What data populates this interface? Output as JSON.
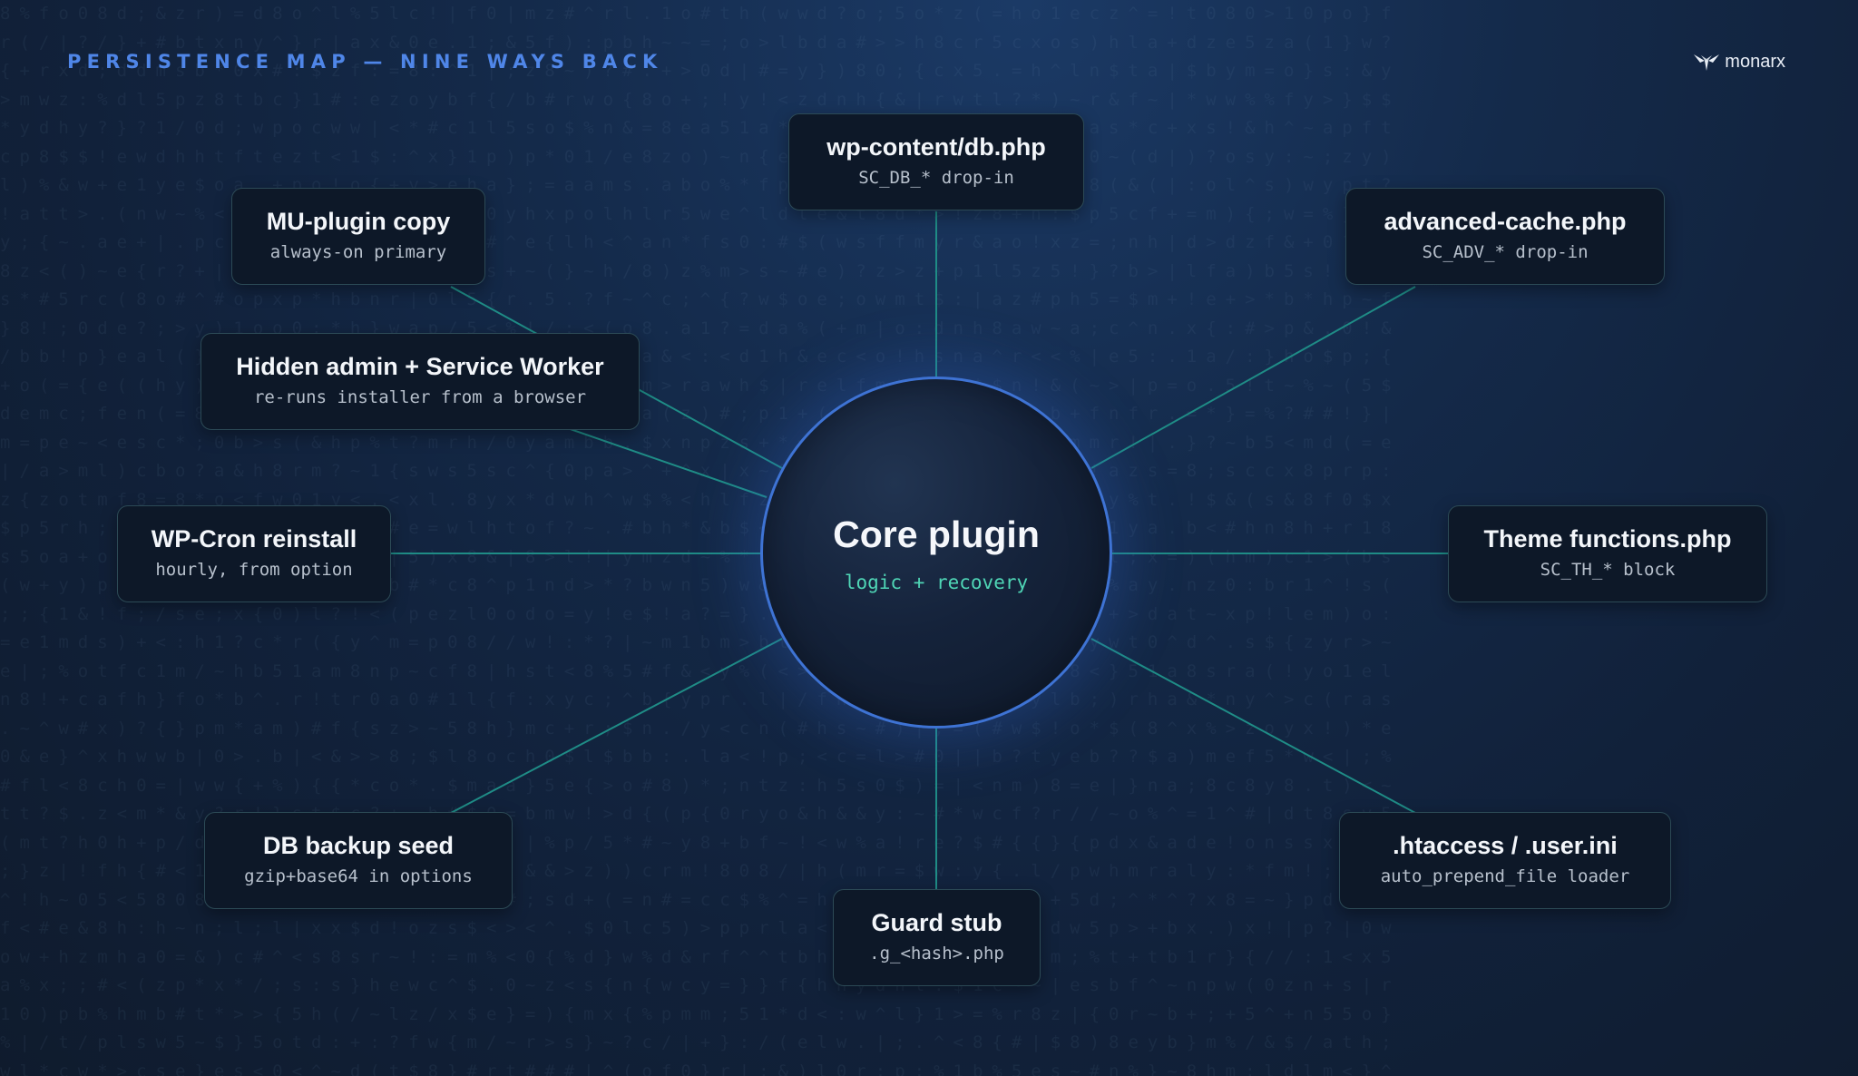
{
  "header": {
    "title": "PERSISTENCE MAP — NINE WAYS BACK",
    "brand": "monarx",
    "brand_icon": "bird-logo-icon"
  },
  "colors": {
    "accent": "#4f86e8",
    "connector": "#1f8c86",
    "core_border": "#3e73d4",
    "core_subtitle": "#4fd6b6",
    "node_border": "#2c4a56"
  },
  "core": {
    "title": "Core plugin",
    "subtitle": "logic + recovery"
  },
  "nodes": [
    {
      "title": "wp-content/db.php",
      "subtitle": "SC_DB_* drop-in"
    },
    {
      "title": "MU-plugin copy",
      "subtitle": "always-on primary"
    },
    {
      "title": "advanced-cache.php",
      "subtitle": "SC_ADV_* drop-in"
    },
    {
      "title": "Hidden admin + Service Worker",
      "subtitle": "re-runs installer from a browser"
    },
    {
      "title": "WP-Cron reinstall",
      "subtitle": "hourly, from option"
    },
    {
      "title": "Theme functions.php",
      "subtitle": "SC_TH_* block"
    },
    {
      "title": "DB backup seed",
      "subtitle": "gzip+base64 in options"
    },
    {
      "title": ".htaccess / .user.ini",
      "subtitle": "auto_prepend_file loader"
    },
    {
      "title": "Guard stub",
      "subtitle": ".g_<hash>.php"
    }
  ]
}
